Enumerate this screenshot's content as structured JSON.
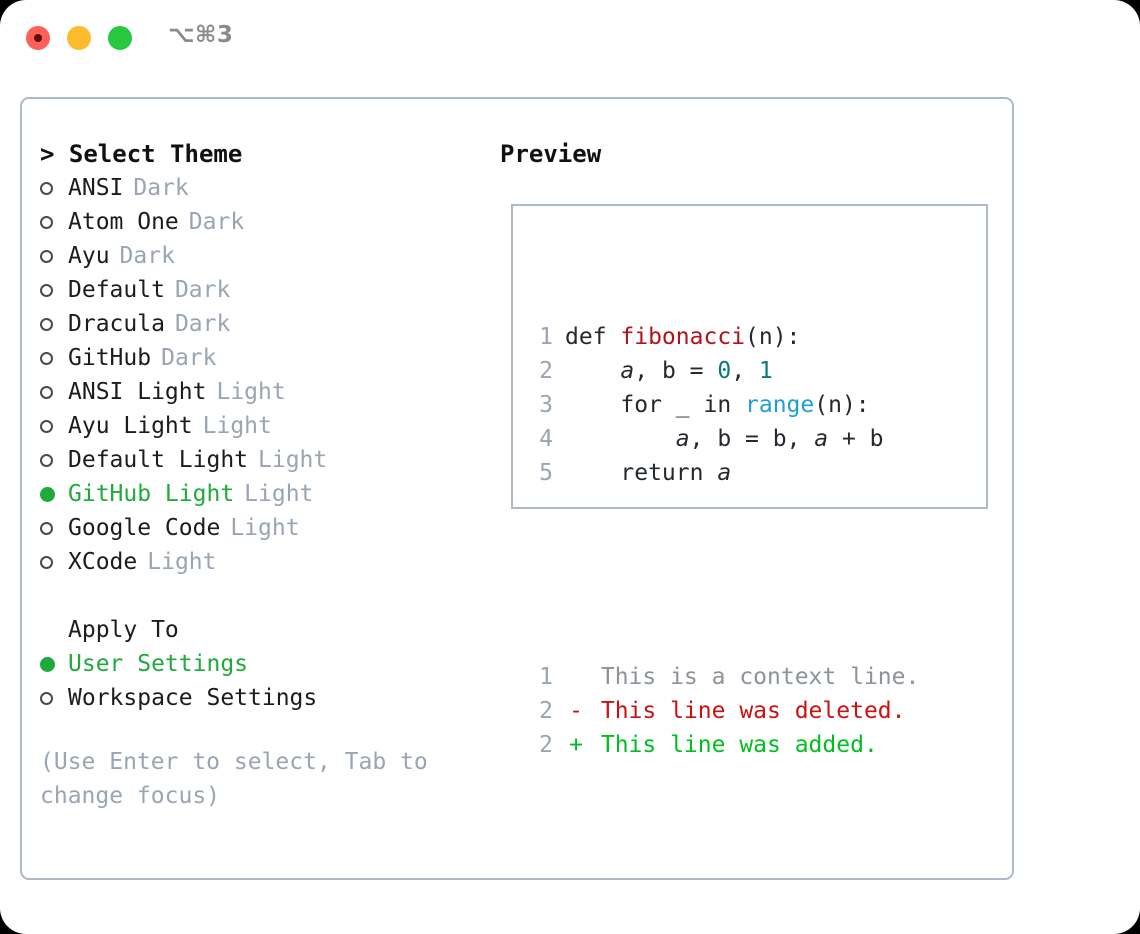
{
  "titlebar": {
    "shortcut": "⌥⌘3",
    "buttons": [
      "close",
      "minimize",
      "maximize"
    ]
  },
  "left": {
    "heading": "> Select Theme",
    "themes": [
      {
        "label": "ANSI",
        "tag": "Dark",
        "selected": false
      },
      {
        "label": "Atom One",
        "tag": "Dark",
        "selected": false
      },
      {
        "label": "Ayu",
        "tag": "Dark",
        "selected": false
      },
      {
        "label": "Default",
        "tag": "Dark",
        "selected": false
      },
      {
        "label": "Dracula",
        "tag": "Dark",
        "selected": false
      },
      {
        "label": "GitHub",
        "tag": "Dark",
        "selected": false
      },
      {
        "label": "ANSI Light",
        "tag": "Light",
        "selected": false
      },
      {
        "label": "Ayu Light",
        "tag": "Light",
        "selected": false
      },
      {
        "label": "Default Light",
        "tag": "Light",
        "selected": false
      },
      {
        "label": "GitHub Light",
        "tag": "Light",
        "selected": true
      },
      {
        "label": "Google Code",
        "tag": "Light",
        "selected": false
      },
      {
        "label": "XCode",
        "tag": "Light",
        "selected": false
      }
    ],
    "apply_to": {
      "heading": "Apply To",
      "options": [
        {
          "label": "User Settings",
          "selected": true
        },
        {
          "label": "Workspace Settings",
          "selected": false
        }
      ]
    },
    "hint": "(Use Enter to select, Tab to change focus)"
  },
  "right": {
    "heading": "Preview",
    "code_lines": [
      {
        "num": "1",
        "tokens": [
          {
            "text": "def ",
            "kind": "plain"
          },
          {
            "text": "fibonacci",
            "kind": "fn"
          },
          {
            "text": "(n):",
            "kind": "plain"
          }
        ]
      },
      {
        "num": "2",
        "tokens": [
          {
            "text": "    ",
            "kind": "plain"
          },
          {
            "text": "a",
            "kind": "var"
          },
          {
            "text": ", ",
            "kind": "plain"
          },
          {
            "text": "b",
            "kind": "plain"
          },
          {
            "text": " = ",
            "kind": "plain"
          },
          {
            "text": "0",
            "kind": "num"
          },
          {
            "text": ", ",
            "kind": "plain"
          },
          {
            "text": "1",
            "kind": "num"
          }
        ]
      },
      {
        "num": "3",
        "tokens": [
          {
            "text": "    for _ in ",
            "kind": "plain"
          },
          {
            "text": "range",
            "kind": "builtin"
          },
          {
            "text": "(n):",
            "kind": "plain"
          }
        ]
      },
      {
        "num": "4",
        "tokens": [
          {
            "text": "        ",
            "kind": "plain"
          },
          {
            "text": "a",
            "kind": "var"
          },
          {
            "text": ", b = b, ",
            "kind": "plain"
          },
          {
            "text": "a",
            "kind": "var"
          },
          {
            "text": " + b",
            "kind": "plain"
          }
        ]
      },
      {
        "num": "5",
        "tokens": [
          {
            "text": "    return ",
            "kind": "plain"
          },
          {
            "text": "a",
            "kind": "var"
          }
        ]
      }
    ],
    "diff_lines": [
      {
        "num": "1",
        "mark": " ",
        "text": "This is a context line.",
        "kind": "ctx"
      },
      {
        "num": "2",
        "mark": "-",
        "text": "This line was deleted.",
        "kind": "del"
      },
      {
        "num": "2",
        "mark": "+",
        "text": "This line was added.",
        "kind": "add"
      }
    ]
  },
  "colors": {
    "accent_green": "#1faa3c",
    "border": "#aeb9c6",
    "muted": "#9aa5b4",
    "fn_red": "#b3121c",
    "num_teal": "#0d7a7a",
    "builtin_blue": "#1f9fd0",
    "diff_del": "#cc1111",
    "diff_add": "#00bf1f"
  }
}
